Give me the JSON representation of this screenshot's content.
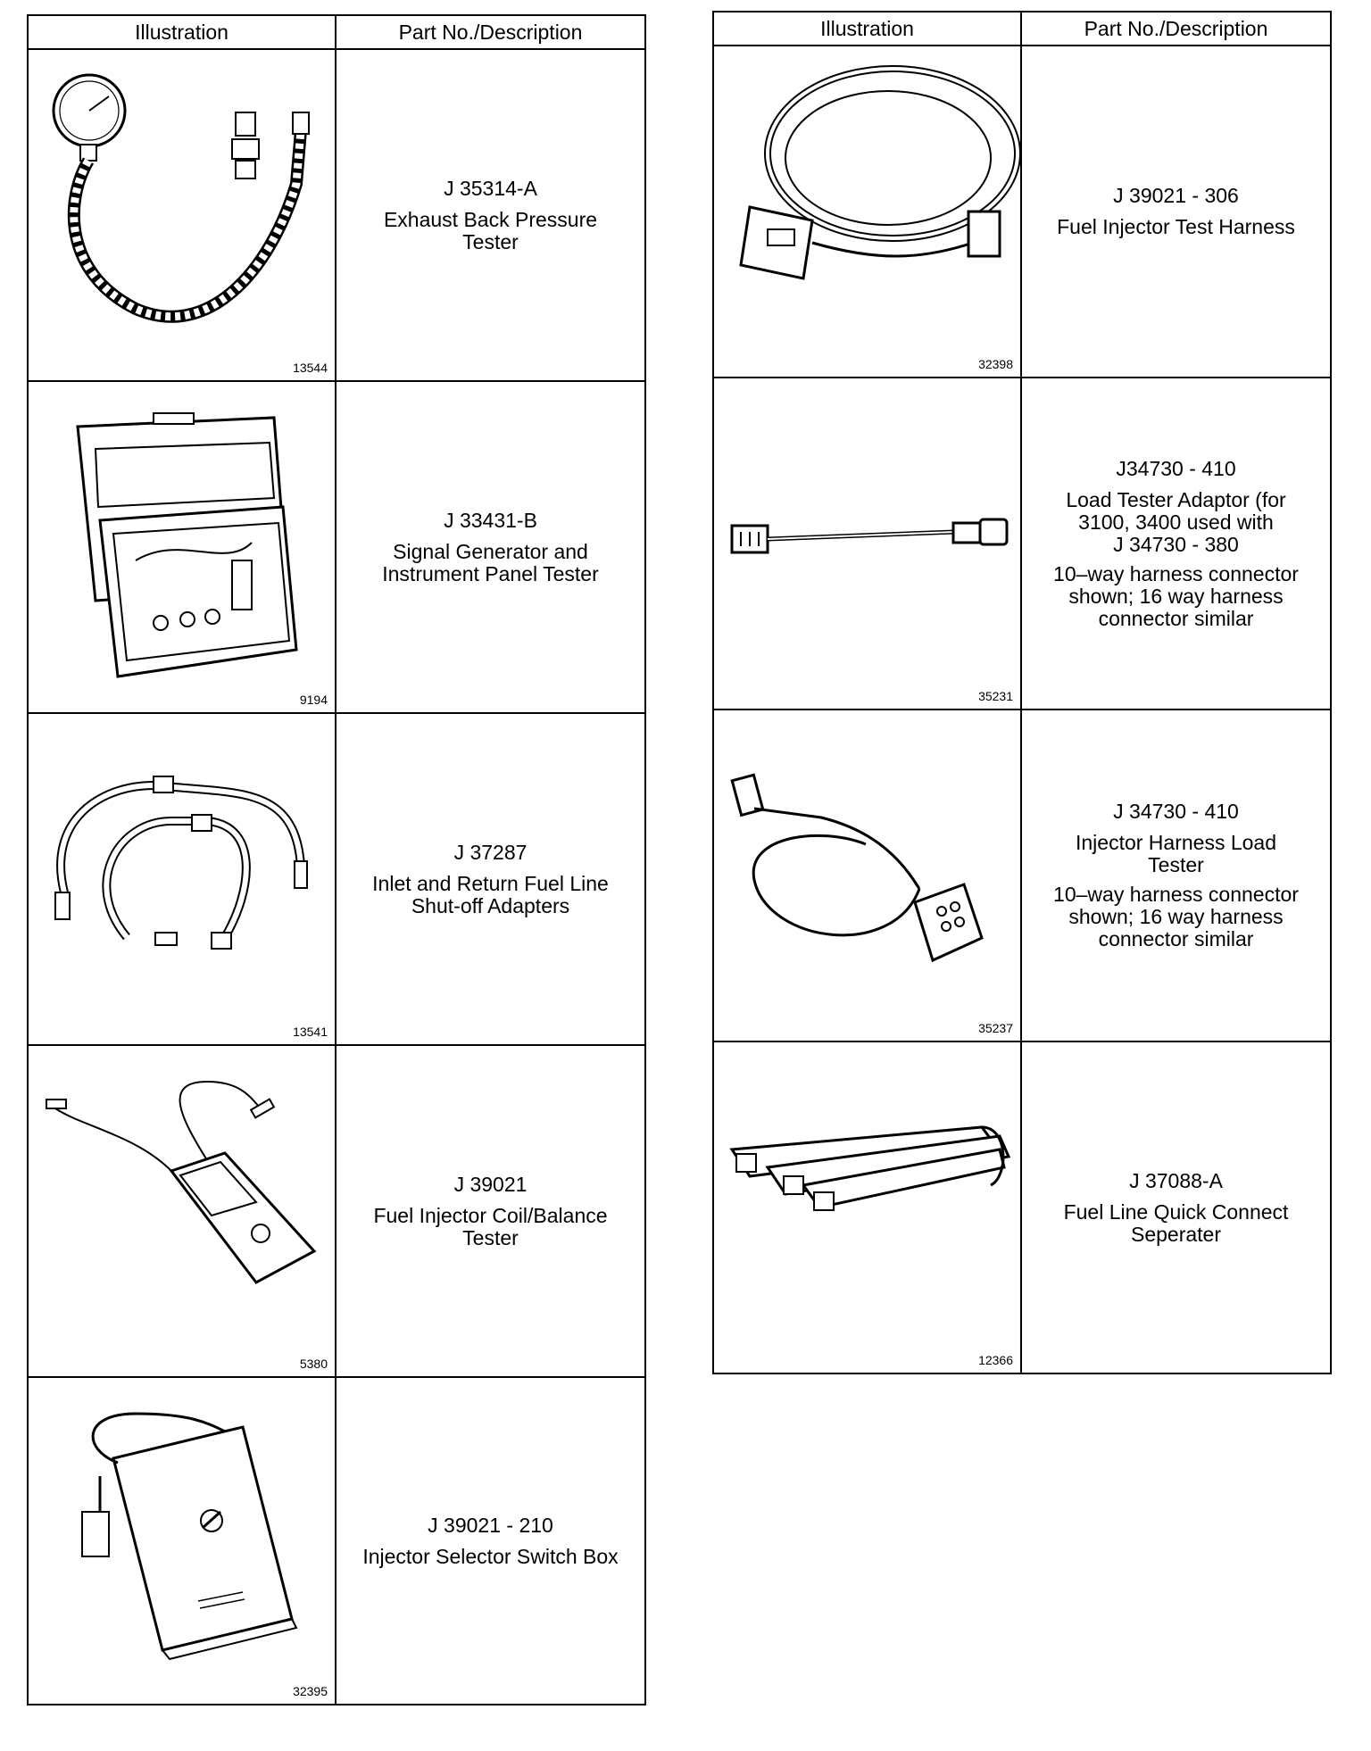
{
  "headers": {
    "illustration": "Illustration",
    "part": "Part No./Description"
  },
  "left": [
    {
      "pn": "J 35314-A",
      "desc": [
        "Exhaust Back Pressure",
        "Tester"
      ],
      "note": [],
      "fig": "13544",
      "icon": "pressure-gauge-icon"
    },
    {
      "pn": "J 33431-B",
      "desc": [
        "Signal Generator and",
        "Instrument Panel Tester"
      ],
      "note": [],
      "fig": "9194",
      "icon": "tester-case-icon"
    },
    {
      "pn": "J 37287",
      "desc": [
        "Inlet and Return Fuel Line",
        "Shut-off Adapters"
      ],
      "note": [],
      "fig": "13541",
      "icon": "fuel-line-adapters-icon"
    },
    {
      "pn": "J 39021",
      "desc": [
        "Fuel Injector Coil/Balance",
        "Tester"
      ],
      "note": [],
      "fig": "5380",
      "icon": "balance-tester-icon"
    },
    {
      "pn": "J 39021 - 210",
      "desc": [
        "Injector Selector Switch Box"
      ],
      "note": [],
      "fig": "32395",
      "icon": "switch-box-icon"
    }
  ],
  "right": [
    {
      "pn": "J 39021 - 306",
      "desc": [
        "Fuel Injector Test Harness"
      ],
      "note": [],
      "fig": "32398",
      "icon": "test-harness-icon"
    },
    {
      "pn": "J34730 - 410",
      "desc": [
        "Load Tester Adaptor (for",
        "3100, 3400 used with",
        "J 34730 - 380"
      ],
      "note": [
        "10–way harness connector",
        "shown; 16 way harness",
        "connector similar"
      ],
      "fig": "35231",
      "icon": "load-adaptor-icon"
    },
    {
      "pn": "J 34730 - 410",
      "desc": [
        "Injector Harness Load",
        "Tester"
      ],
      "note": [
        "10–way harness connector",
        "shown; 16 way harness",
        "connector similar"
      ],
      "fig": "35237",
      "icon": "harness-load-tester-icon"
    },
    {
      "pn": "J 37088-A",
      "desc": [
        "Fuel Line Quick Connect",
        "Seperater"
      ],
      "note": [],
      "fig": "12366",
      "icon": "quick-connect-separator-icon"
    }
  ]
}
